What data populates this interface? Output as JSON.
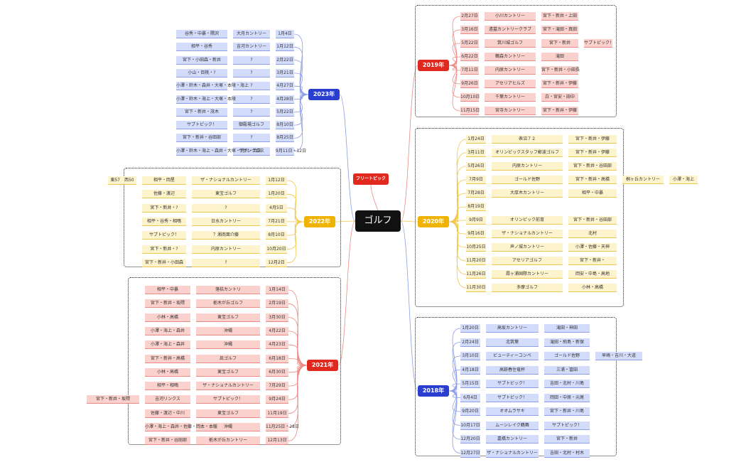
{
  "center": {
    "label": "ゴルフ"
  },
  "floating_topic": {
    "label": "フリートピック"
  },
  "colors": {
    "red_year": "#e0281e",
    "blue_year": "#2a3fd0",
    "gold_year": "#efb400",
    "red_fill": "#fbd1cd",
    "blue_fill": "#d4dcfb",
    "gold_fill": "#fdf3cd"
  },
  "branches": [
    {
      "year": "2023年",
      "theme": "blue",
      "rows": [
        [
          "1月4日",
          "大月カントリー",
          "谷秀・中暴・隅沢"
        ],
        [
          "1月12日",
          "吉河カントリー",
          "相平・谷秀"
        ],
        [
          "2月22日",
          "?",
          "宮下・小田森・新井"
        ],
        [
          "3月21日",
          "?",
          "小山・目桃・?"
        ],
        [
          "4月27日",
          "?",
          "小澤・鈴木・森井・大塚・本陵・海上"
        ],
        [
          "4月28日",
          "?",
          "小澤・鈴木・海上・大塚・本陵"
        ],
        [
          "5月22日",
          "?",
          "宮下・新井・茂木"
        ],
        [
          "8月10日",
          "御殿場ゴルフ",
          "サプトピック！"
        ],
        [
          "8月25日",
          "?",
          "宮下・新井・谷田部"
        ],
        [
          "9月11日・12日",
          "サザンクロス",
          "小澤・鈴木・海上・森井・大塚・荒川・合田"
        ]
      ]
    },
    {
      "year": "2022年",
      "theme": "gold",
      "rows": [
        [
          "1月12日",
          "ザ・ナショナルカントリー",
          "相平・岡星",
          "東57　西50"
        ],
        [
          "1月20日",
          "東宝ゴルフ",
          "佐藤・渡辺"
        ],
        [
          "4月5日",
          "?",
          "宮下・新井・?"
        ],
        [
          "7月21日",
          "日水カントリー",
          "相平・谷秀・相鳴"
        ],
        [
          "8月10日",
          "？湘南面介藤",
          "サプトピック！"
        ],
        [
          "10月20日",
          "内原カントリー",
          "宮下・新井・?"
        ],
        [
          "12月2日",
          "?",
          "宮下・新井・小田森"
        ]
      ]
    },
    {
      "year": "2021年",
      "theme": "red",
      "rows": [
        [
          "1月14日",
          "落桔カントリ",
          "相平・中暴"
        ],
        [
          "2月19日",
          "栃木が丘ゴルフ",
          "宮下・新井・坂隈"
        ],
        [
          "3月30日",
          "東宝ゴルフ",
          "小林・高橋"
        ],
        [
          "4月22日",
          "沖縄",
          "小澤・海上・森井"
        ],
        [
          "4月23日",
          "沖縄",
          "小澤・海上・森井"
        ],
        [
          "6月18日",
          "凪ゴルフ",
          "宮下・新井・高橋"
        ],
        [
          "6月30日",
          "東宝ゴルフ",
          "小林・高橋"
        ],
        [
          "7月29日",
          "ザ・ナショナルカントリー",
          "相平・相鳴"
        ],
        [
          "9月24日",
          "サプトピック！",
          "吉河リンクス",
          "宮下・新井・坂隈"
        ],
        [
          "11月19日",
          "東宝ゴルフ",
          "佐藤・渡辺・中川"
        ],
        [
          "11月25日・28日",
          "沖縄",
          "小澤・海上・森井・佐藤・岡本・本暖"
        ],
        [
          "12月13日",
          "栃木が丘カントリー",
          "宮下・新井・谷田部"
        ]
      ]
    },
    {
      "year": "2019年",
      "theme": "red",
      "rows": [
        [
          "2月27日",
          "小川カントリー",
          "宮下・新井・上田"
        ],
        [
          "3月16日",
          "遠墓カントリークラブ",
          "宮下・滝田・真田"
        ],
        [
          "5月22日",
          "筑川城ゴルフ",
          "宮下・新井",
          "サプトピック！"
        ],
        [
          "6月22日",
          "鶴森カントリー",
          "滝田"
        ],
        [
          "7月11日",
          "内原カントリー",
          "宮下・新井・小田長"
        ],
        [
          "9月26日",
          "アセリアヒルズ",
          "宮下・新井・伊藤"
        ],
        [
          "10月10日",
          "千葉カントリー",
          "白・宮安・田中"
        ],
        [
          "11月15日",
          "宮寺カントリー",
          "宮下・新井・伊藤"
        ]
      ]
    },
    {
      "year": "2020年",
      "theme": "gold",
      "rows": [
        [
          "1月24日",
          "表沼７２",
          "宮下・新井・伊藤"
        ],
        [
          "3月11日",
          "オリンピックスタッフ郵波ゴルフ",
          "宮下・新井・伊藤"
        ],
        [
          "5月26日",
          "内原カントリー",
          "宮下・新井・谷田部"
        ],
        [
          "7月9日",
          "ゴールド佐野",
          "宮下・新井・高橋",
          "桐ヶ丘カントリー",
          "小澤・海上"
        ],
        [
          "7月28日",
          "大厚木カントリー",
          "相平・中暴"
        ],
        [
          "8月19日"
        ],
        [
          "9月9日",
          "オリンピック前育",
          "宮下・新井・谷田部"
        ],
        [
          "9月16日",
          "ザ・ナショナルカントリー",
          "北村"
        ],
        [
          "10月25日",
          "声ノ城カントリー",
          "小澤・佐藤・天神"
        ],
        [
          "11月20日",
          "アセリアゴルフ",
          "宮下・新井・"
        ],
        [
          "11月26日",
          "霞ヶ浦国際カントリー",
          "岡安・中島・高地"
        ],
        [
          "11月30日",
          "多摩ゴルフ",
          "小林・高橋"
        ]
      ]
    },
    {
      "year": "2018年",
      "theme": "blue",
      "rows": [
        [
          "1月20日",
          "高坂カントリー",
          "滝田・神田"
        ],
        [
          "2月24日",
          "北筑葉",
          "滝田・飛島・新保"
        ],
        [
          "3月10日",
          "ビューティーコンペ",
          "ゴールド佐野",
          "早崎・吉川・大道"
        ],
        [
          "4月18日",
          "高跡春住竜杯",
          "三浦・冨田"
        ],
        [
          "5月15日",
          "サプトピック！",
          "吉田・北村・川島"
        ],
        [
          "6月4日",
          "サプトピック！",
          "岡田・中原・元尾"
        ],
        [
          "9月20日",
          "オオムラサキ",
          "宮下・新井・川島"
        ],
        [
          "10月17日",
          "ムーンレイク鶴舞",
          "サプトピック！"
        ],
        [
          "12月20日",
          "嘉橋カントリー",
          "宮下・新井"
        ],
        [
          "12月27日",
          "ザ・ナショナルカントリー",
          "吉田・北村・村木"
        ]
      ]
    }
  ]
}
